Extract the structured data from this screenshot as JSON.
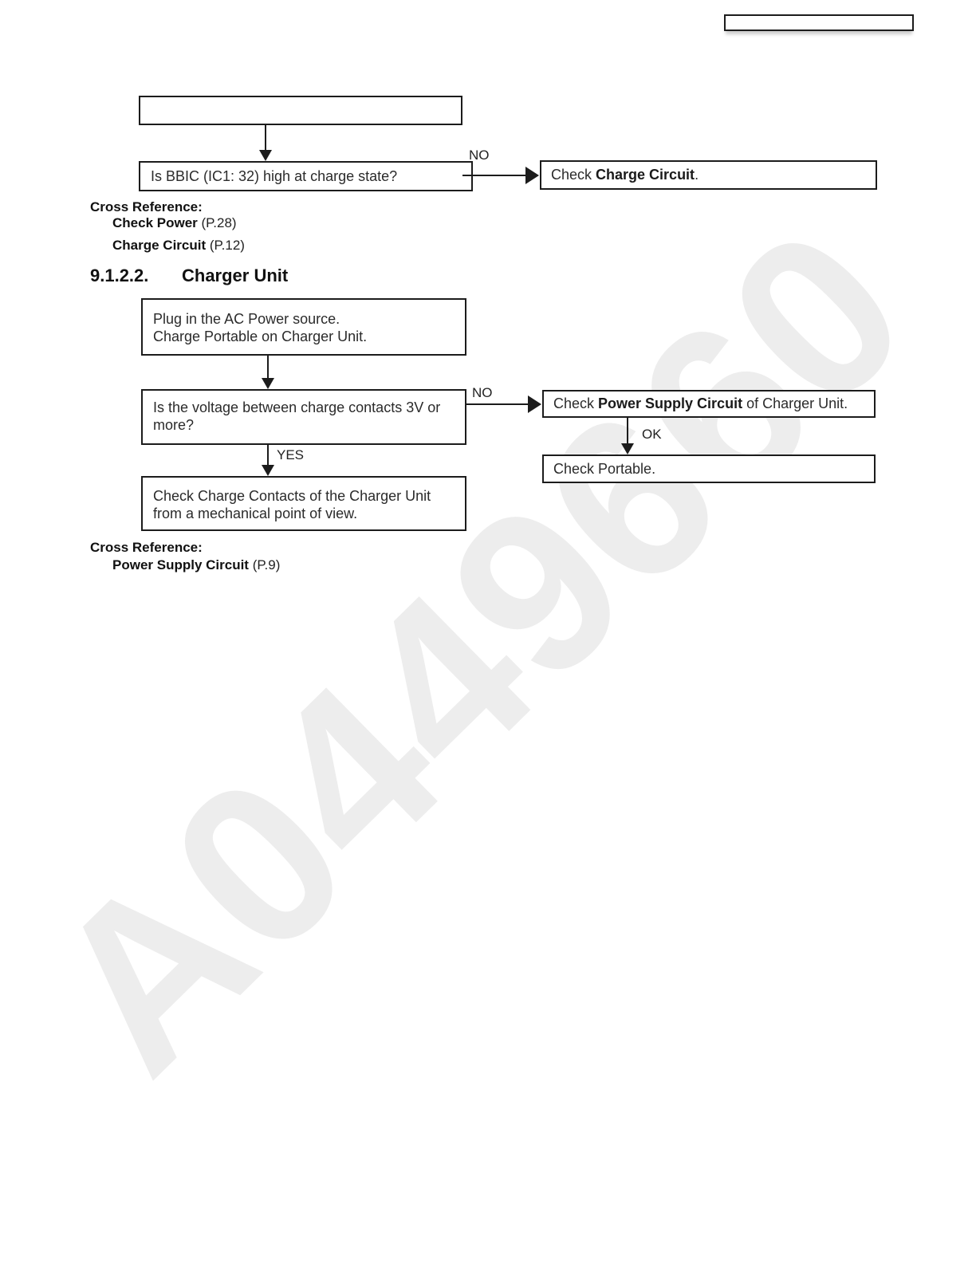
{
  "page": {
    "watermark": "A0449660"
  },
  "section1": {
    "flow": {
      "question": "Is BBIC (IC1: 32) high at charge state?",
      "no_label": "NO",
      "action_prefix": "Check ",
      "action_bold": "Charge Circuit",
      "action_suffix": "."
    },
    "cross_reference": {
      "title": "Cross Reference:",
      "items": [
        {
          "bold": "Check Power",
          "rest": " (P.28)"
        },
        {
          "bold": "Charge Circuit",
          "rest": " (P.12)"
        }
      ]
    }
  },
  "section2": {
    "heading_number": "9.1.2.2.",
    "heading_title": "Charger Unit",
    "flow": {
      "start_line1": "Plug in the AC Power source.",
      "start_line2": "Charge Portable on Charger Unit.",
      "question_line1": "Is the voltage between charge contacts 3V or",
      "question_line2": "more?",
      "no_label": "NO",
      "yes_label": "YES",
      "ok_label": "OK",
      "action1_prefix": "Check ",
      "action1_bold": "Power Supply Circuit",
      "action1_suffix": " of Charger Unit.",
      "action2": "Check Portable.",
      "end_line1": "Check Charge Contacts of the Charger Unit",
      "end_line2": "from a mechanical point of view."
    },
    "cross_reference": {
      "title": "Cross Reference:",
      "items": [
        {
          "bold": "Power Supply Circuit",
          "rest": " (P.9)"
        }
      ]
    }
  }
}
